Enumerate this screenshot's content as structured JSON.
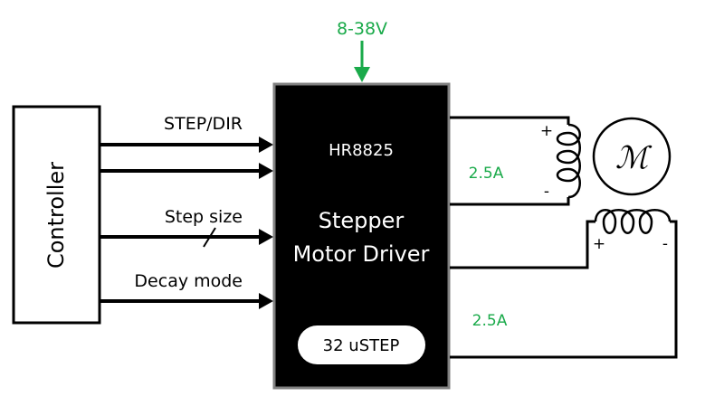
{
  "diagram": {
    "title": "Stepper motor driver block diagram",
    "colors": {
      "accent_green": "#1aaa4a",
      "driver_fill": "#000000",
      "driver_border": "#808080",
      "line": "#000000"
    },
    "controller": {
      "label": "Controller"
    },
    "driver": {
      "chip": "HR8825",
      "title_line1": "Stepper",
      "title_line2": "Motor Driver",
      "mode_badge": "32 uSTEP"
    },
    "power": {
      "label": "8-38V"
    },
    "signals": [
      {
        "label": "STEP/DIR"
      },
      {
        "label": "Step size"
      },
      {
        "label": "Decay mode"
      }
    ],
    "coils": [
      {
        "current": "2.5A",
        "plus": "+",
        "minus": "-"
      },
      {
        "current": "2.5A",
        "plus": "+",
        "minus": "-"
      }
    ],
    "motor": {
      "symbol": "ℳ"
    }
  }
}
